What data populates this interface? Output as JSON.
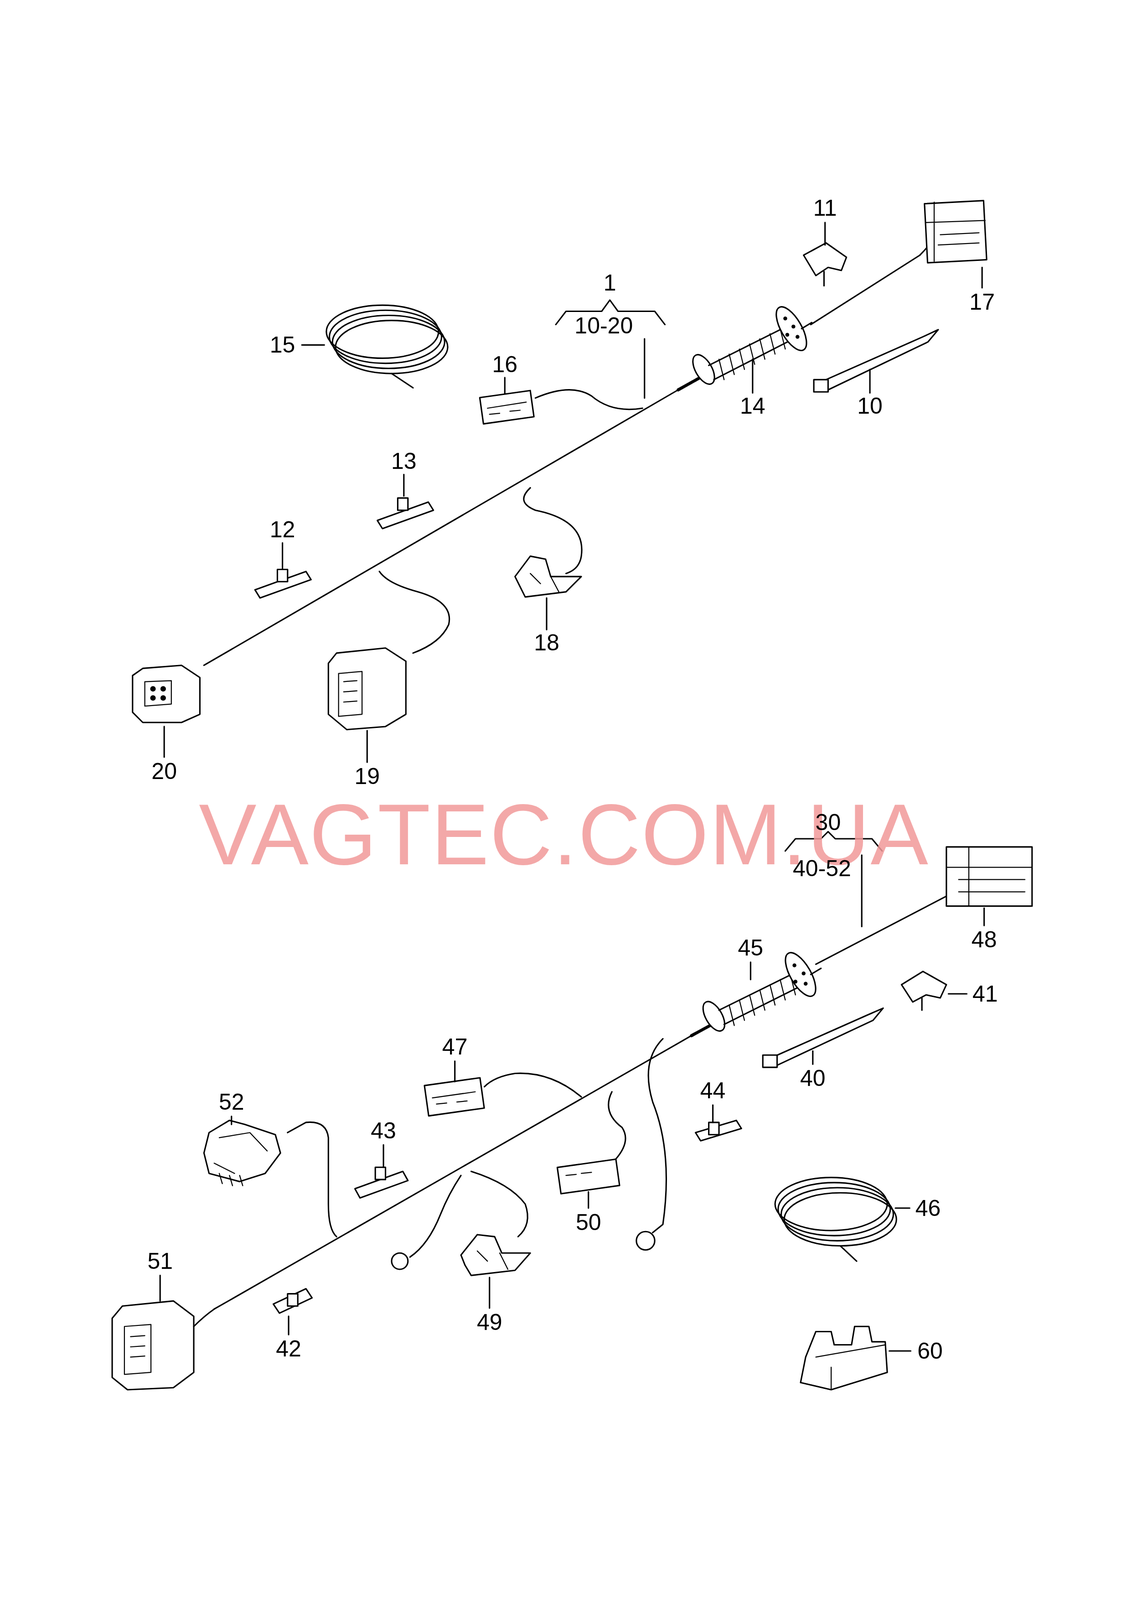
{
  "diagram": {
    "labels": [
      "1",
      "10-20",
      "15",
      "16",
      "11",
      "17",
      "14",
      "10",
      "13",
      "12",
      "18",
      "20",
      "19",
      "VAGTEC.COM.UA",
      "30",
      "40-52",
      "48",
      "45",
      "41",
      "47",
      "40",
      "44",
      "52",
      "43",
      "50",
      "46",
      "51",
      "42",
      "49",
      "60"
    ]
  }
}
